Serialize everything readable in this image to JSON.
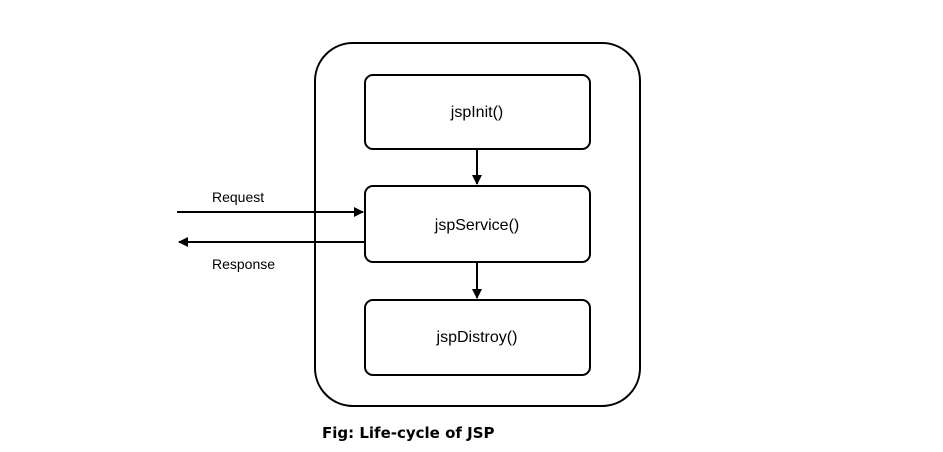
{
  "diagram": {
    "nodes": {
      "init": "jspInit()",
      "service": "jspService()",
      "destroy": "jspDistroy()"
    },
    "edges": {
      "request": "Request",
      "response": "Response"
    },
    "caption": "Fig: Life-cycle of JSP"
  }
}
